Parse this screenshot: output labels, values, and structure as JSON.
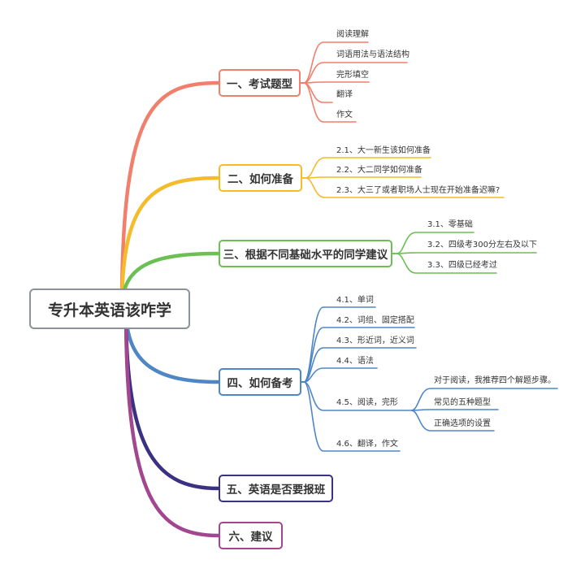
{
  "colors": {
    "b1": "#f07f6b",
    "b2": "#f4bb2a",
    "b3": "#6bbf55",
    "b4": "#4f86c6",
    "b5": "#3b3182",
    "b6": "#a2468f",
    "root_border": "#8a939b"
  },
  "root": {
    "label": "专升本英语该咋学"
  },
  "branches": [
    {
      "label": "一、考试题型",
      "children": [
        "阅读理解",
        "词语用法与语法结构",
        "完形填空",
        "翻译",
        "作文"
      ]
    },
    {
      "label": "二、如何准备",
      "children": [
        "2.1、大一新生该如何准备",
        "2.2、大二同学如何准备",
        "2.3、大三了或者职场人士现在开始准备迟嘛?"
      ]
    },
    {
      "label": "三、根据不同基础水平的同学建议",
      "children": [
        "3.1、零基础",
        "3.2、四级考300分左右及以下",
        "3.3、四级已经考过"
      ]
    },
    {
      "label": "四、如何备考",
      "children": [
        {
          "label": "4.1、单词"
        },
        {
          "label": "4.2、词组、固定搭配"
        },
        {
          "label": "4.3、形近词，近义词"
        },
        {
          "label": "4.4、语法"
        },
        {
          "label": "4.5、阅读，完形",
          "children": [
            "对于阅读，我推荐四个解题步骤。",
            "常见的五种题型",
            "正确选项的设置"
          ]
        },
        {
          "label": "4.6、翻译，作文"
        }
      ]
    },
    {
      "label": "五、英语是否要报班"
    },
    {
      "label": "六、建议"
    }
  ]
}
